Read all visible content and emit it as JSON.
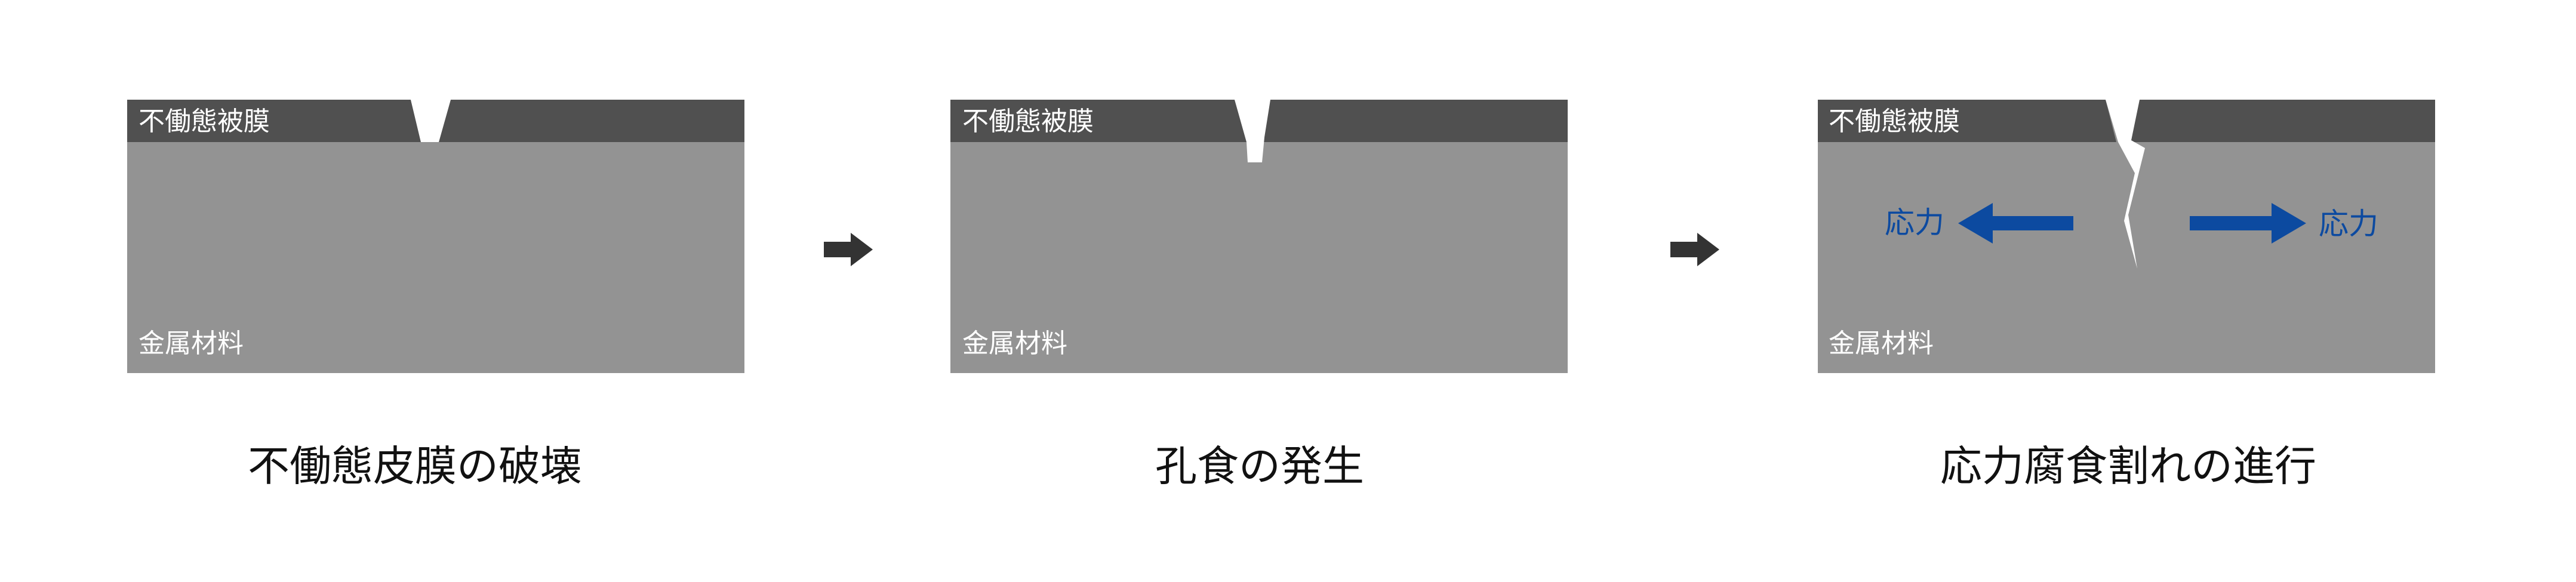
{
  "colors": {
    "background": "#ffffff",
    "passive_film": "#505050",
    "metal": "#939393",
    "arrow_dark": "#333333",
    "stress_arrow": "#0c4aa0",
    "label_light": "#ffffff",
    "caption": "#111111"
  },
  "panels": [
    {
      "film_label": "不働態被膜",
      "metal_label": "金属材料",
      "caption": "不働態皮膜の破壊"
    },
    {
      "film_label": "不働態被膜",
      "metal_label": "金属材料",
      "caption": "孔食の発生"
    },
    {
      "film_label": "不働態被膜",
      "metal_label": "金属材料",
      "caption": "応力腐食割れの進行",
      "stress_left": "応力",
      "stress_right": "応力"
    }
  ],
  "transitions": [
    {
      "icon": "arrow-right-icon"
    },
    {
      "icon": "arrow-right-icon"
    }
  ]
}
